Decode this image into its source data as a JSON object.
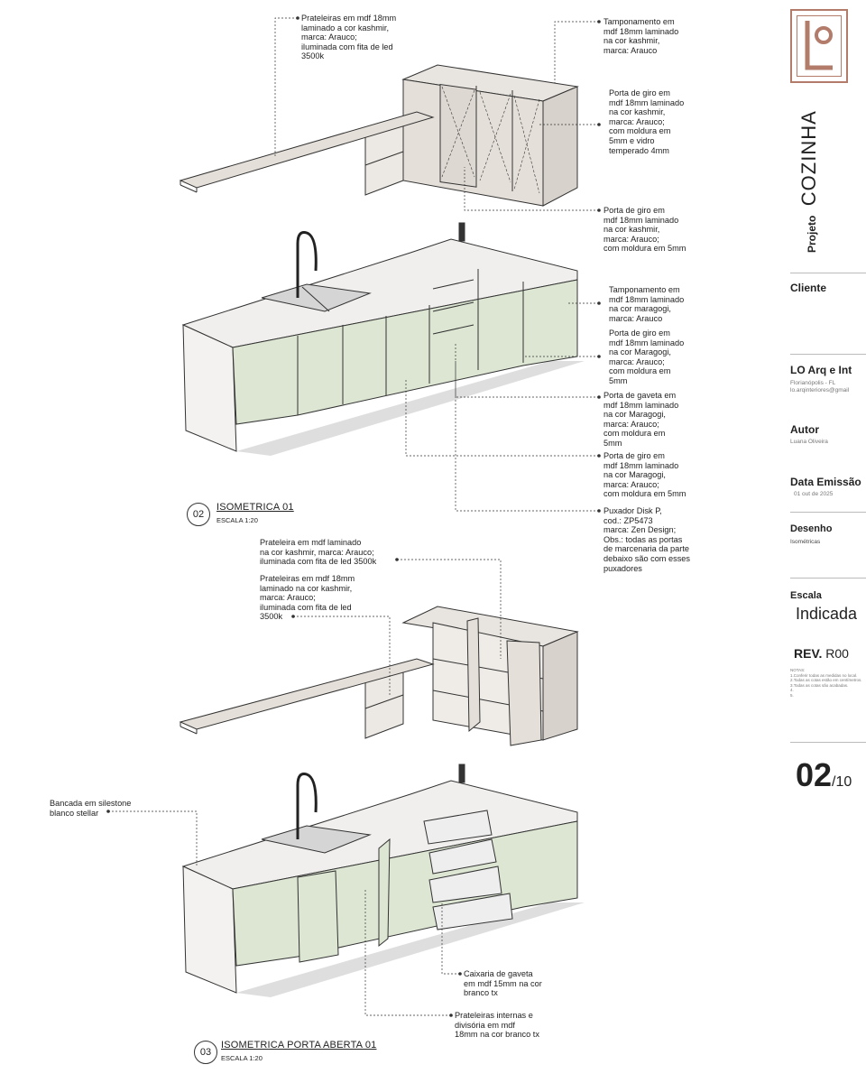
{
  "notes_top": [
    {
      "id": "n1",
      "text": "Prateleiras em mdf 18mm\nlaminado a cor kashmir,\nmarca: Arauco;\niluminada com fita de led\n3500k"
    },
    {
      "id": "n2",
      "text": "Tamponamento em\nmdf 18mm laminado\nna cor kashmir,\nmarca: Arauco"
    },
    {
      "id": "n3",
      "text": "Porta de giro em\nmdf 18mm laminado\nna cor kashmir,\nmarca: Arauco;\ncom moldura em\n5mm e vidro\ntemperado 4mm"
    },
    {
      "id": "n4",
      "text": "Porta de giro em\nmdf 18mm laminado\nna cor kashmir,\nmarca: Arauco;\ncom moldura em 5mm"
    },
    {
      "id": "n5",
      "text": "Tamponamento em\nmdf 18mm laminado\nna cor maragogi,\nmarca: Arauco"
    },
    {
      "id": "n6",
      "text": "Porta de giro em\nmdf 18mm laminado\nna cor Maragogi,\nmarca: Arauco;\ncom moldura em\n5mm"
    },
    {
      "id": "n7",
      "text": "Porta de gaveta em\nmdf 18mm laminado\nna cor Maragogi,\nmarca: Arauco;\ncom moldura em\n5mm"
    },
    {
      "id": "n8",
      "text": "Porta de giro em\nmdf 18mm laminado\nna cor Maragogi,\nmarca: Arauco;\ncom moldura em 5mm"
    },
    {
      "id": "n9",
      "text": "Puxador Disk P,\ncod.: ZP5473\nmarca: Zen Design;\nObs.: todas as portas\nde marcenaria da parte\ndebaixo são com esses\npuxadores"
    }
  ],
  "notes_bottom": [
    {
      "id": "n10",
      "text": "Prateleira em mdf laminado\nna cor kashmir, marca: Arauco;\niluminada com fita de led 3500k"
    },
    {
      "id": "n11",
      "text": "Prateleiras em mdf 18mm\nlaminado na cor kashmir,\nmarca: Arauco;\niluminada com fita de led\n3500k"
    },
    {
      "id": "n12",
      "text": "Bancada em silestone\nblanco stellar"
    },
    {
      "id": "n13",
      "text": "Caixaria de gaveta\nem mdf 15mm na cor\nbranco tx"
    },
    {
      "id": "n14",
      "text": "Prateleiras internas e\ndivisória em mdf\n18mm na cor branco tx"
    }
  ],
  "views": [
    {
      "number": "02",
      "title": "ISOMETRICA 01",
      "scale": "ESCALA 1:20"
    },
    {
      "number": "03",
      "title": "ISOMETRICA PORTA  ABERTA 01",
      "scale": "ESCALA 1:20"
    }
  ],
  "title_block": {
    "project_label": "Projeto",
    "project_name": "COZINHA",
    "client_label": "Cliente",
    "company": "LO Arq e Int",
    "company_city": "Florianópolis - FL",
    "company_email": "lo.arqinteriores@gmail",
    "author_label": "Autor",
    "author": "Luana Oliveira",
    "date_label": "Data Emissão",
    "date": "01 out de 2025",
    "drawing_label": "Desenho",
    "drawing": "Isométricas",
    "scale_label": "Escala",
    "scale": "Indicada",
    "rev_label": "REV.",
    "rev": "R00",
    "notes": "NOTAS:\n1.Conferir todas as medidas no local.\n2.Todas as cotas estão em centímetros.\n3.Todas as cotas são acabadas.\n4.\n5.",
    "sheet": "02",
    "sheet_total": "/10"
  },
  "colors": {
    "cabinet_green": "#dce6d2",
    "kashmir": "#e4dfd9",
    "stone": "#f0efed",
    "line": "#333333",
    "accent": "#b27b6a"
  }
}
